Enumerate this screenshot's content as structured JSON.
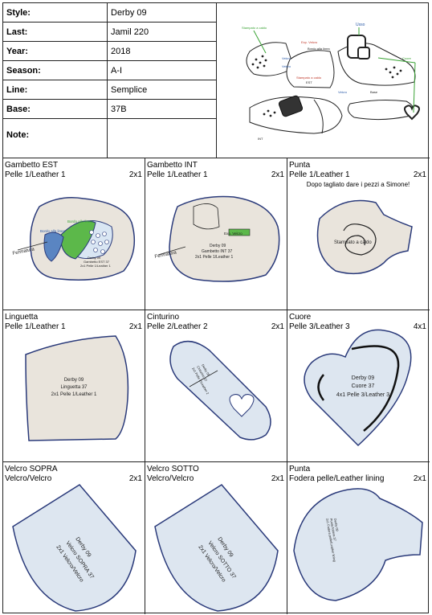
{
  "header": {
    "rows": [
      {
        "key": "Style:",
        "value": "Derby 09"
      },
      {
        "key": "Last:",
        "value": "Jamil 220"
      },
      {
        "key": "Year:",
        "value": "2018"
      },
      {
        "key": "Season:",
        "value": "A-I"
      },
      {
        "key": "Line:",
        "value": "Semplice"
      },
      {
        "key": "Base:",
        "value": "37B"
      },
      {
        "key": "Note:",
        "value": ""
      }
    ]
  },
  "pieces": [
    {
      "title": "Gambetto EST",
      "material": "Pelle 1/Leather 1",
      "qty": "2x1",
      "labels": {
        "zone1": "Bordo alla linea",
        "zone2": "Bordo alla linea",
        "fold": "Fermatura",
        "name": "Derby 09",
        "base": "Gambetto EST 37",
        "count": "2x1 Pelle 1/Leather 1"
      }
    },
    {
      "title": "Gambetto INT",
      "material": "Pelle 1/Leather 1",
      "qty": "2x1",
      "labels": {
        "tape": "Exp. Velcro",
        "fold": "Fermatura",
        "name": "Derby 09",
        "base": "Gambetto INT 37",
        "count": "2x1 Pelle 1/Leather 1"
      }
    },
    {
      "title": "Punta",
      "material": "Pelle 1/Leather 1",
      "qty": "2x1",
      "labels": {
        "note": "Dopo tagliato dare i pezzi a Simone!",
        "stamp": "Stampato a caldo"
      }
    },
    {
      "title": "Linguetta",
      "material": "Pelle 1/Leather 1",
      "qty": "2x1",
      "labels": {
        "name": "Derby 09",
        "base": "Linguetta 37",
        "count": "2x1 Pelle 1/Leather 1"
      }
    },
    {
      "title": "Cinturino",
      "material": "Pelle 2/Leather 2",
      "qty": "2x1",
      "labels": {
        "name": "Derby 09",
        "base": "Cinturino 37",
        "count": "2x1 Pelle 2/Leather 2"
      }
    },
    {
      "title": "Cuore",
      "material": "Pelle 3/Leather 3",
      "qty": "4x1",
      "labels": {
        "name": "Derby 09",
        "base": "Cuore 37",
        "count": "4x1 Pelle 3/Leather 3"
      }
    },
    {
      "title": "Velcro SOPRA",
      "material": "Velcro/Velcro",
      "qty": "2x1",
      "labels": {
        "name": "Derby 09",
        "base": "Velcro SOPRA 37",
        "count": "2x1 Velcro/Velcro"
      }
    },
    {
      "title": "Velcro SOTTO",
      "material": "Velcro/Velcro",
      "qty": "2x1",
      "labels": {
        "name": "Derby 09",
        "base": "Velcro SOTTO 37",
        "count": "2x1 Velcro/Velcro"
      }
    },
    {
      "title": "Punta",
      "material": "Fodera pelle/Leather lining",
      "qty": "2x1",
      "labels": {
        "name": "Derby 09",
        "base": "Punta fodera 37",
        "count": "2x1 Fodera pelle/Leather lining"
      }
    }
  ],
  "overview": {
    "callouts": {
      "c1": "Stampato a caldo",
      "c2": "Cuore",
      "c3": "Velcro",
      "c4": "Velcro",
      "c5": "Usso",
      "c6": "Exp. Velcro",
      "c7": "Velcro",
      "c8": "Bordo alla linea",
      "c9": "Stampato a caldo"
    },
    "labels": {
      "ext": "EST",
      "int": "INT",
      "base": "Base"
    }
  },
  "colors": {
    "piece_fill_beige": "#e9e4dc",
    "piece_fill_blue": "#dde6f0",
    "outline": "#2a3a7a",
    "green": "#5cb84a",
    "blue_zone": "#8fb3d9"
  }
}
